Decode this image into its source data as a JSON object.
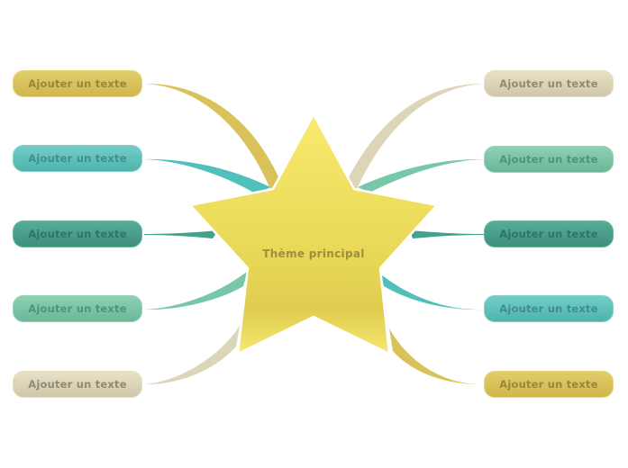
{
  "diagram": {
    "type": "mind-map",
    "central_topic": {
      "label": "Thème principal",
      "shape": "star",
      "fill_top": "#f7e86c",
      "fill_bottom": "#e2cf52",
      "text_color": "#9c8f3e"
    },
    "branches": {
      "left": [
        {
          "label": "Ajouter un texte",
          "color_top": "#e3cd6b",
          "color_bottom": "#cfb74e",
          "border": "#ead47a",
          "text_color": "#97873b",
          "connector": "#d9c25a"
        },
        {
          "label": "Ajouter un texte",
          "color_top": "#74cdc7",
          "color_bottom": "#4fb3ad",
          "border": "#7fd2cc",
          "text_color": "#3f8f8a",
          "connector": "#4fc0ba"
        },
        {
          "label": "Ajouter un texte",
          "color_top": "#56ae98",
          "color_bottom": "#3e8f7c",
          "border": "#66b9a3",
          "text_color": "#2f7565",
          "connector": "#3fa38d"
        },
        {
          "label": "Ajouter un texte",
          "color_top": "#8fd0b4",
          "color_bottom": "#6ab797",
          "border": "#94d4b8",
          "text_color": "#4f9477",
          "connector": "#77c7a8"
        },
        {
          "label": "Ajouter un texte",
          "color_top": "#e8e1c6",
          "color_bottom": "#cfc7a8",
          "border": "#e6dfc2",
          "text_color": "#8f8a73",
          "connector": "#ddd5b8"
        }
      ],
      "right": [
        {
          "label": "Ajouter un texte",
          "color_top": "#e8e1c6",
          "color_bottom": "#cfc7a8",
          "border": "#e6dfc2",
          "text_color": "#8f8a73",
          "connector": "#ddd5b8"
        },
        {
          "label": "Ajouter un texte",
          "color_top": "#8fd0b4",
          "color_bottom": "#6ab797",
          "border": "#94d4b8",
          "text_color": "#4f9477",
          "connector": "#77c7a8"
        },
        {
          "label": "Ajouter un texte",
          "color_top": "#56ae98",
          "color_bottom": "#3e8f7c",
          "border": "#66b9a3",
          "text_color": "#2f7565",
          "connector": "#3fa38d"
        },
        {
          "label": "Ajouter un texte",
          "color_top": "#74cdc7",
          "color_bottom": "#4fb3ad",
          "border": "#7fd2cc",
          "text_color": "#3f8f8a",
          "connector": "#4fc0ba"
        },
        {
          "label": "Ajouter un texte",
          "color_top": "#e3cd6b",
          "color_bottom": "#cfb74e",
          "border": "#ead47a",
          "text_color": "#97873b",
          "connector": "#d9c25a"
        }
      ]
    }
  }
}
